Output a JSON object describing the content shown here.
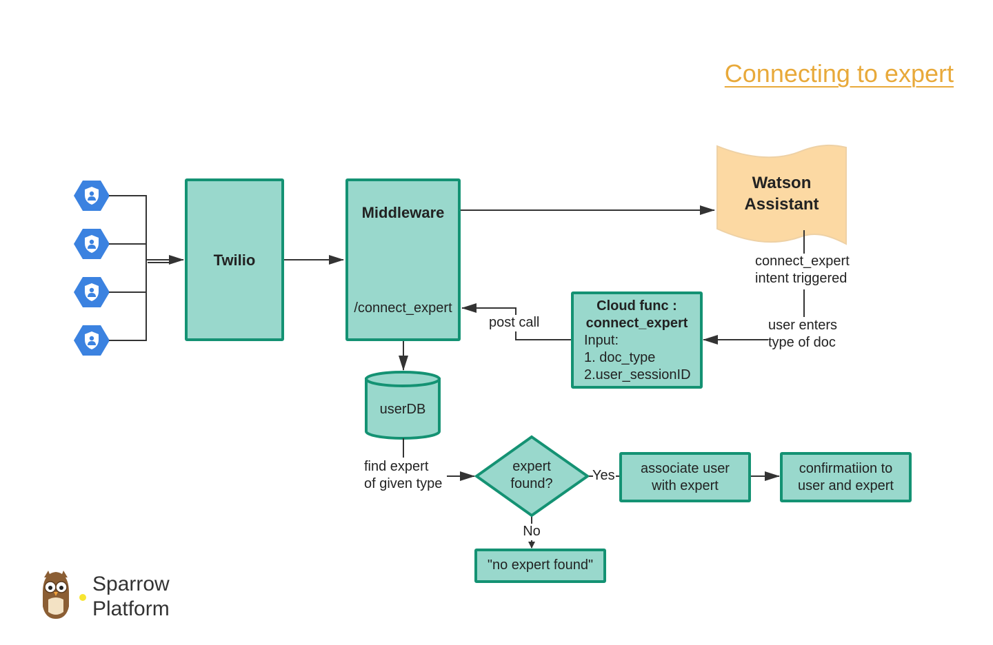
{
  "title": "Connecting to expert",
  "colors": {
    "node_fill": "#99d8cc",
    "node_stroke": "#149273",
    "watson_fill": "#fcd9a3",
    "title": "#e8a93a",
    "user_icon": "#3b82e0",
    "arrow": "#333333"
  },
  "icons": {
    "user": "user-shield-icon",
    "logo": "owl-icon"
  },
  "nodes": {
    "twilio": "Twilio",
    "middleware": {
      "title": "Middleware",
      "endpoint": "/connect_expert"
    },
    "watson": {
      "line1": "Watson",
      "line2": "Assistant"
    },
    "cloud_func": {
      "title1": "Cloud func :",
      "title2": "connect_expert",
      "input_label": "Input:",
      "input1": "1. doc_type",
      "input2": "2.user_sessionID"
    },
    "userdb": "userDB",
    "decision": {
      "line1": "expert",
      "line2": "found?"
    },
    "associate": {
      "line1": "associate user",
      "line2": "with expert"
    },
    "confirm": {
      "line1": "confirmatiion to",
      "line2": "user and expert"
    },
    "no_expert": "\"no expert found\""
  },
  "edges": {
    "intent": {
      "line1": "connect_expert",
      "line2": "intent triggered"
    },
    "user_enters": {
      "line1": "user enters",
      "line2": "type of doc"
    },
    "post_call": "post call",
    "find_expert": {
      "line1": "find expert",
      "line2": "of given type"
    },
    "yes": "Yes",
    "no": "No"
  },
  "logo": {
    "line1": "Sparrow",
    "line2": "Platform"
  }
}
